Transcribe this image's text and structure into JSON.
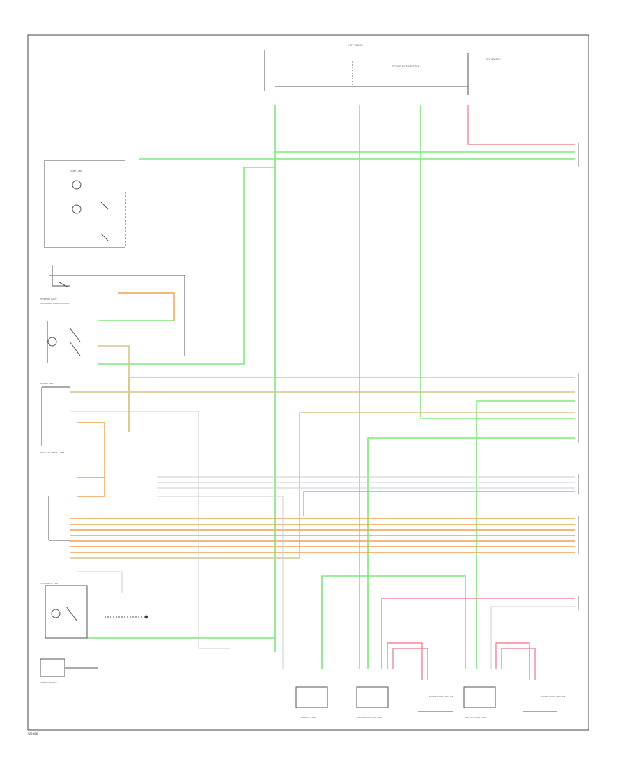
{
  "diagram": {
    "footer_code": "W0000",
    "colors": {
      "green": "#7fe87f",
      "tan": "#d9c48a",
      "orange": "#f0a050",
      "pink": "#f08a9a",
      "light_gray": "#cccccc",
      "dark_line": "#555555",
      "frame": "#444444"
    },
    "top": {
      "hot_label": "HOT IN RUN",
      "junction_label": "POWER DISTRIBUTION",
      "right_label": "C/C SWITCH"
    },
    "components": [
      {
        "name": "dome-lamp-switch",
        "label": "DOME LAMP"
      },
      {
        "name": "interior-lamp",
        "label": "INTERIOR LAMP"
      },
      {
        "name": "overhead-console-lamp",
        "label": "OVERHEAD CONSOLE LAMP"
      },
      {
        "name": "dome-lamp",
        "label": "DOME LAMP"
      },
      {
        "name": "rear-courtesy-lamp",
        "label": "REAR COURTESY LAMP"
      },
      {
        "name": "courtesy-lamp",
        "label": "COURTESY LAMP"
      },
      {
        "name": "vanity-mirror",
        "label": "VANITY MIRROR"
      },
      {
        "name": "tail-gate-lamp",
        "label": "TAIL GATE LAMP"
      },
      {
        "name": "passenger-door-lamp",
        "label": "PASSENGER DOOR LAMP"
      },
      {
        "name": "front-door-module",
        "label": "FRONT DOOR MODULE"
      },
      {
        "name": "driver-door-lamp",
        "label": "DRIVER DOOR LAMP"
      },
      {
        "name": "driver-door-module",
        "label": "DRIVER DOOR MODULE"
      }
    ]
  }
}
